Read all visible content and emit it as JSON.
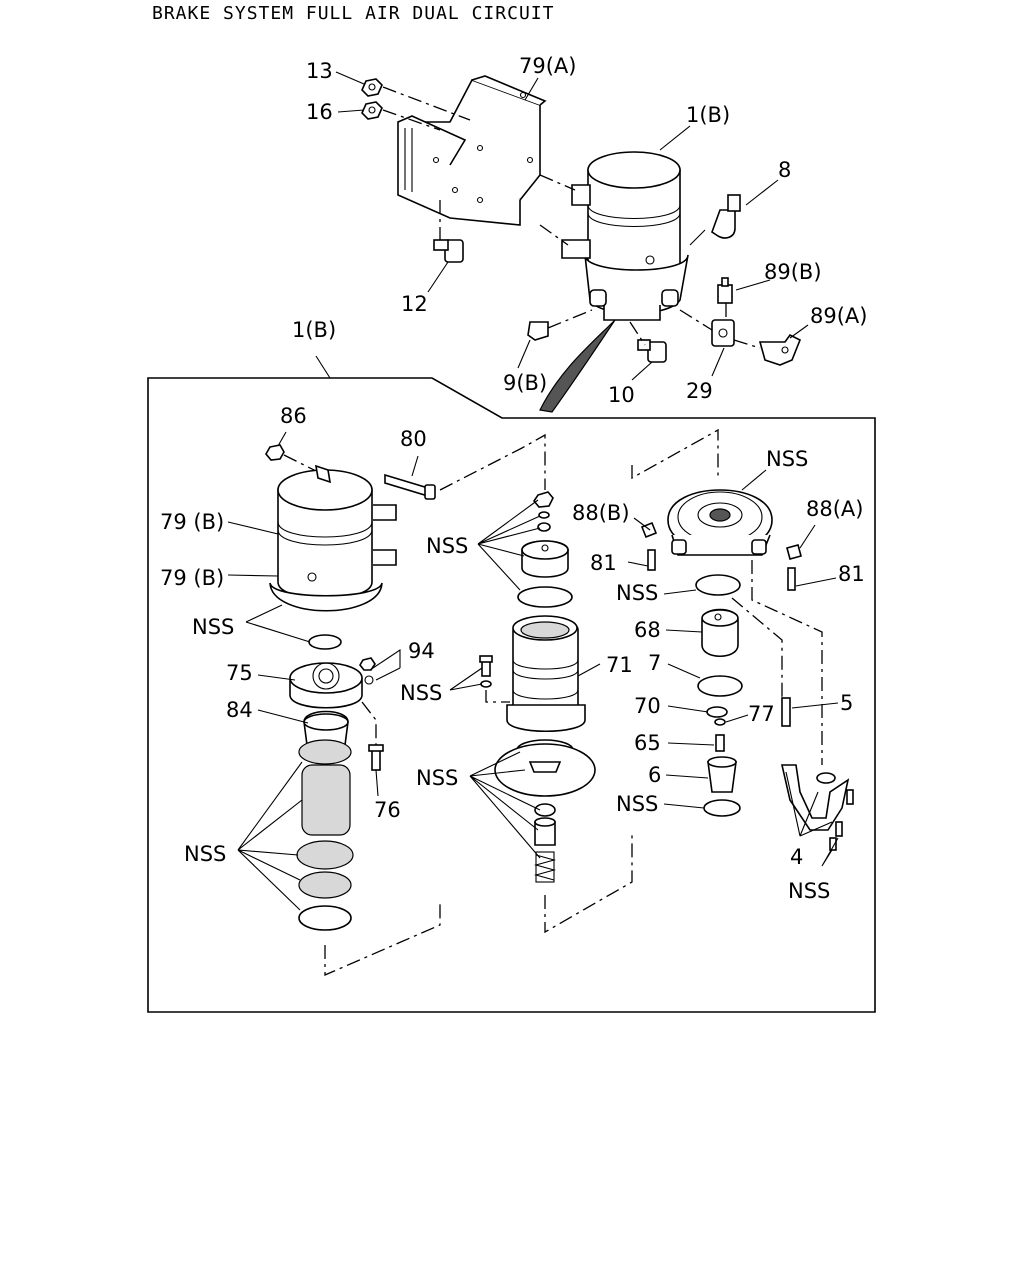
{
  "title": "BRAKE SYSTEM FULL AIR DUAL CIRCUIT",
  "labels": {
    "l13": "13",
    "l16": "16",
    "l79a": "79(A)",
    "l1b_top": "1(B)",
    "l8": "8",
    "l12": "12",
    "l89b": "89(B)",
    "l89a": "89(A)",
    "l9b": "9(B)",
    "l10": "10",
    "l29": "29",
    "l1b_box": "1(B)",
    "l86": "86",
    "l80": "80",
    "l79b_1": "79 (B)",
    "l79b_2": "79 (B)",
    "l94": "94",
    "l75": "75",
    "l84": "84",
    "l76": "76",
    "nss_left_top": "NSS",
    "nss_left_bottom": "NSS",
    "nss_mid_top": "NSS",
    "nss_mid_left": "NSS",
    "nss_mid_bottom": "NSS",
    "l71": "71",
    "l88b": "88(B)",
    "nss_right_top": "NSS",
    "l88a": "88(A)",
    "l81_left": "81",
    "l81_right": "81",
    "nss_right_mid": "NSS",
    "l68": "68",
    "l7": "7",
    "l70": "70",
    "l77": "77",
    "l5": "5",
    "l65": "65",
    "l6": "6",
    "nss_right_low": "NSS",
    "l4": "4",
    "nss_bracket": "NSS"
  }
}
